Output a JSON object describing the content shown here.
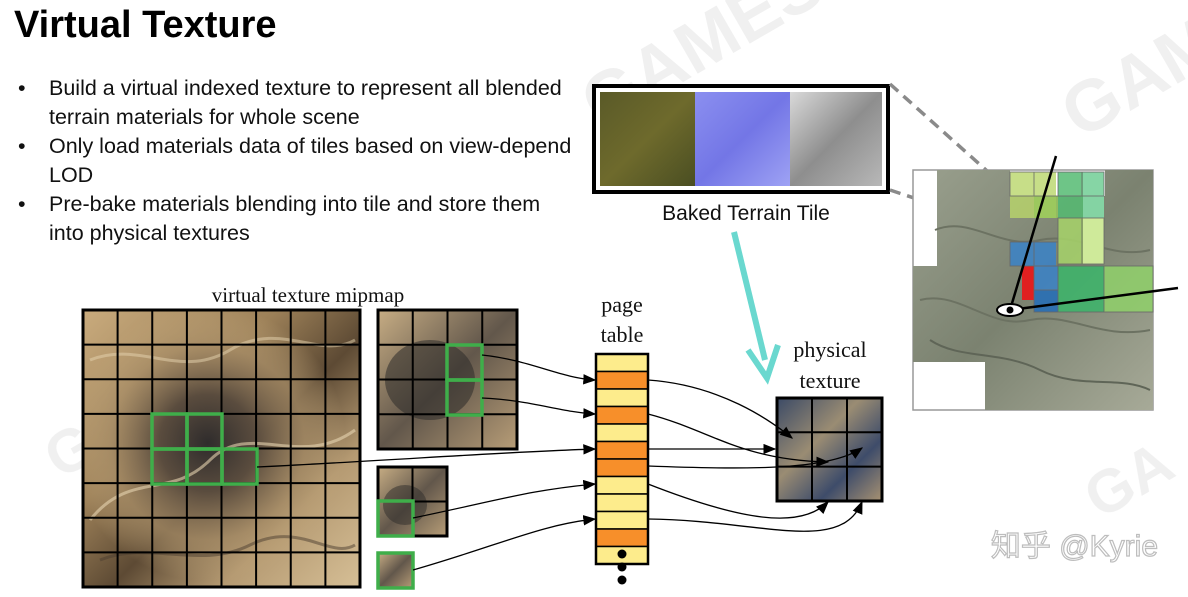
{
  "slide": {
    "title": "Virtual Texture",
    "bullets": [
      "Build a virtual indexed texture to represent all blended terrain materials for whole scene",
      "Only load materials data of tiles based on view-depend LOD",
      "Pre-bake materials blending into tile and store them into physical textures"
    ]
  },
  "diagram": {
    "baked_tile_label": "Baked Terrain Tile",
    "mipmap_label": "virtual texture mipmap",
    "page_table_label": [
      "page",
      "table"
    ],
    "physical_texture_label": [
      "physical",
      "texture"
    ],
    "page_table_colors": [
      "yellow",
      "orange",
      "yellow",
      "orange",
      "yellow",
      "orange",
      "orange",
      "yellow",
      "yellow",
      "yellow",
      "orange",
      "yellow"
    ],
    "colors": {
      "page_yellow": "#fdec8c",
      "page_orange": "#f78f2a",
      "highlight_green": "#3fae4a",
      "arrow_cyan": "#6ad8cf"
    }
  },
  "watermark": {
    "text": "知乎 @Kyrie"
  }
}
